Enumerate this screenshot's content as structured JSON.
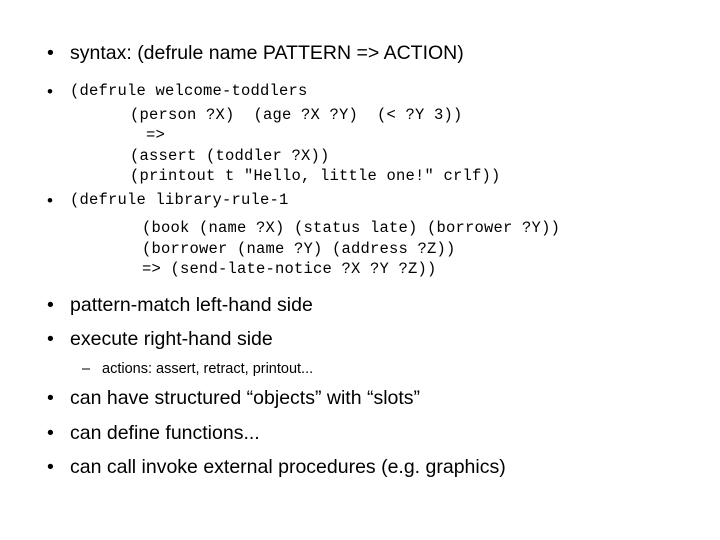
{
  "slide": {
    "bullet_glyph": "•",
    "dash_glyph": "–",
    "lines": {
      "syntax": "syntax: (defrule name PATTERN => ACTION)",
      "defrule_welcome": "(defrule welcome-toddlers",
      "welcome_l1": "(person ?X)  (age ?X ?Y)  (< ?Y 3))",
      "welcome_l2": "=>",
      "welcome_l3": "(assert (toddler ?X))",
      "welcome_l4": "(printout t \"Hello, little one!\" crlf))",
      "defrule_library": "(defrule library-rule-1",
      "library_l1": "(book (name ?X) (status late) (borrower ?Y))",
      "library_l2": "(borrower (name ?Y) (address ?Z))",
      "library_l3": "=> (send-late-notice ?X ?Y ?Z))",
      "pattern_match": "pattern-match left-hand side",
      "execute_rhs": "execute right-hand side",
      "actions": "actions: assert, retract, printout...",
      "structured_objects": "can have structured “objects” with “slots”",
      "define_functions": "can define functions...",
      "call_external": "can call invoke external procedures (e.g. graphics)"
    }
  }
}
